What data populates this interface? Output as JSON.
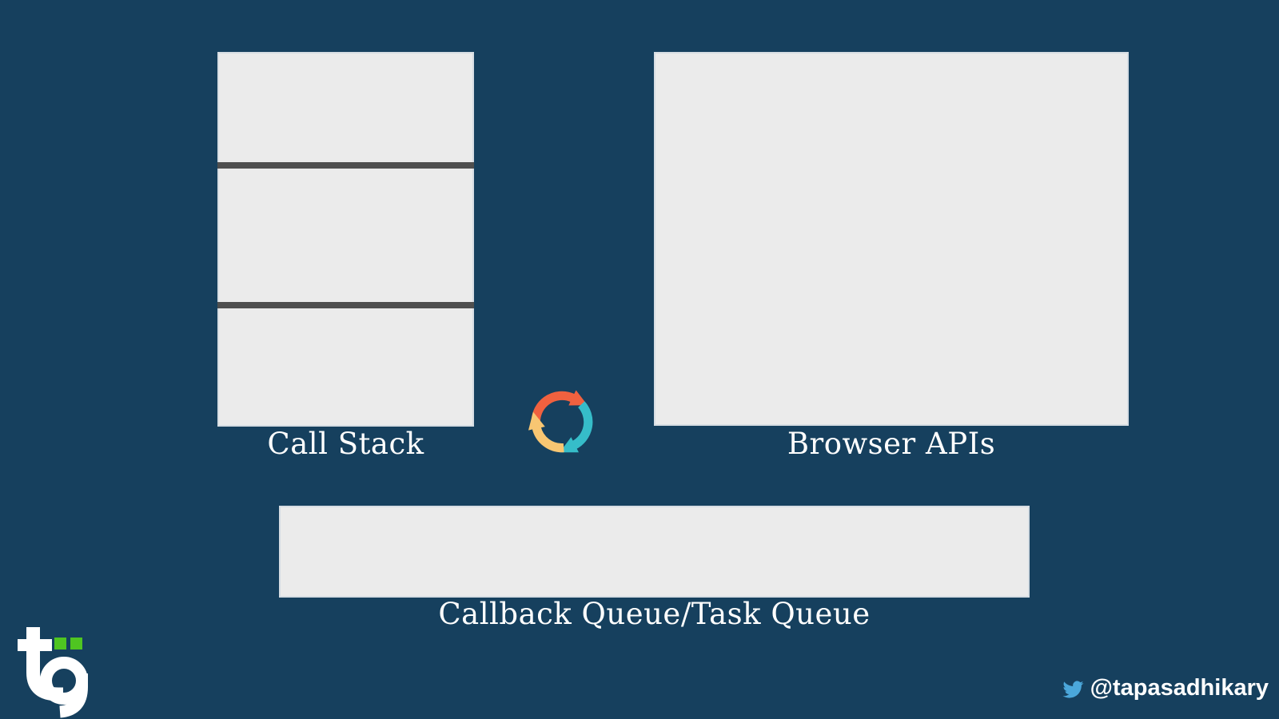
{
  "colors": {
    "bg": "#16405E",
    "panel": "#EBEBEB",
    "divider": "#4F4F4F",
    "label-text": "#FFFFFF",
    "orange": "#F0613F",
    "teal": "#36BDC9",
    "yellow": "#F8C672",
    "green": "#4FC521",
    "twitter": "#4BA7DA",
    "logo-white": "#FFFFFF"
  },
  "diagram": {
    "call_stack": {
      "label": "Call Stack",
      "slot_count": 3
    },
    "browser_apis": {
      "label": "Browser APIs"
    },
    "callback_queue": {
      "label": "Callback Queue/Task Queue"
    },
    "event_loop_icon": "circular-cycle-arrows"
  },
  "branding": {
    "logo_text": "ta",
    "social_handle": "@tapasadhikary"
  }
}
